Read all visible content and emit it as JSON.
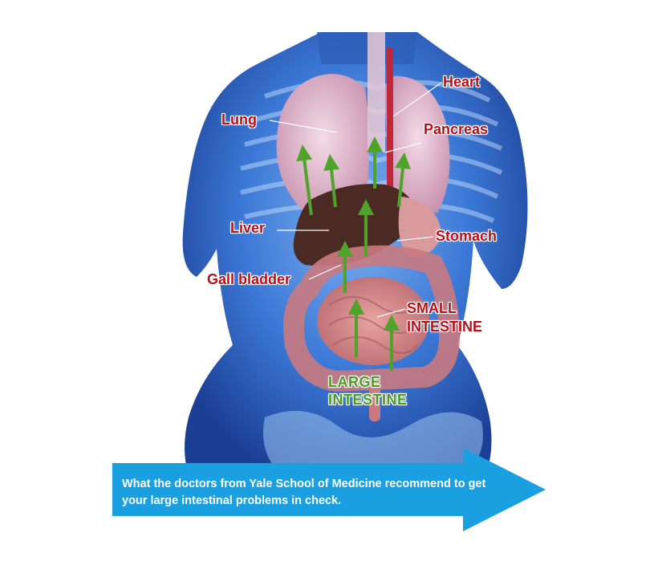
{
  "labels": {
    "heart": "Heart",
    "lung": "Lung",
    "pancreas": "Pancreas",
    "liver": "Liver",
    "stomach": "Stomach",
    "gall_bladder": "Gall bladder",
    "small_intestine_1": "SMALL",
    "small_intestine_2": "INTESTINE",
    "large_intestine_1": "LARGE",
    "large_intestine_2": "INTESTINE"
  },
  "banner": {
    "text": "What the doctors from Yale School of Medicine recommend to get your large intestinal problems in check."
  },
  "colors": {
    "label_red": "#b3121a",
    "label_green": "#4c9a1e",
    "arrow_green": "#4fa32a",
    "banner_blue": "#1aa0e0",
    "body_blue": "#2f6fd0"
  }
}
